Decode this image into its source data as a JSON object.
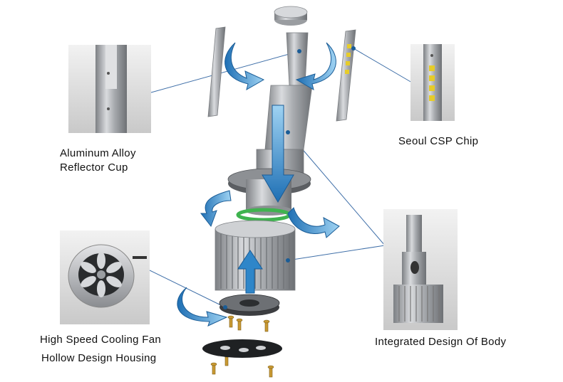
{
  "labels": {
    "reflector_line1": "Aluminum Alloy",
    "reflector_line2": "Reflector Cup",
    "chip": "Seoul CSP Chip",
    "fan": "High Speed Cooling Fan",
    "housing": "Hollow Design Housing",
    "body": "Integrated Design Of Body"
  },
  "colors": {
    "arrow_blue": "#2f86c9",
    "arrow_light": "#7fc3ee",
    "leader_line": "#3f6fa8",
    "seal_ring": "#3fb34f",
    "chip_yellow": "#e6cc2a",
    "metal": "#b9bcc0"
  },
  "icons": [
    "rotate-arrow-icon",
    "flow-arrow-icon",
    "callout-dot-icon"
  ]
}
